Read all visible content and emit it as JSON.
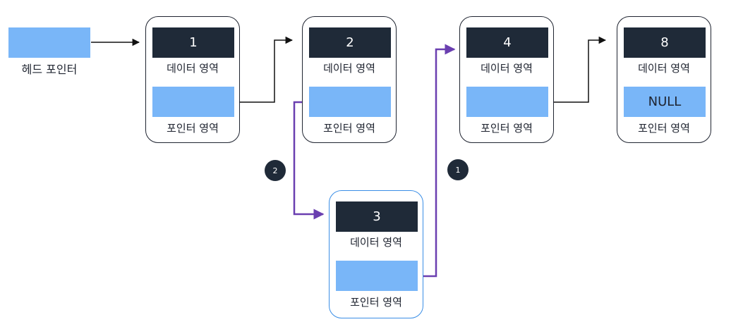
{
  "head": {
    "label": "헤드 포인터"
  },
  "nodes": [
    {
      "value": "1",
      "data_label": "데이터 영역",
      "pointer_value": "",
      "pointer_label": "포인터 영역"
    },
    {
      "value": "2",
      "data_label": "데이터 영역",
      "pointer_value": "",
      "pointer_label": "포인터 영역"
    },
    {
      "value": "4",
      "data_label": "데이터 영역",
      "pointer_value": "",
      "pointer_label": "포인터 영역"
    },
    {
      "value": "8",
      "data_label": "데이터 영역",
      "pointer_value": "NULL",
      "pointer_label": "포인터 영역"
    },
    {
      "value": "3",
      "data_label": "데이터 영역",
      "pointer_value": "",
      "pointer_label": "포인터 영역"
    }
  ],
  "steps": [
    "1",
    "2"
  ],
  "colors": {
    "data_box": "#1f2a38",
    "pointer_box": "#79b6f8",
    "link_arrow": "#111111",
    "insert_arrow": "#6a3fb0",
    "inserted_node_border": "#3a8ee6"
  }
}
